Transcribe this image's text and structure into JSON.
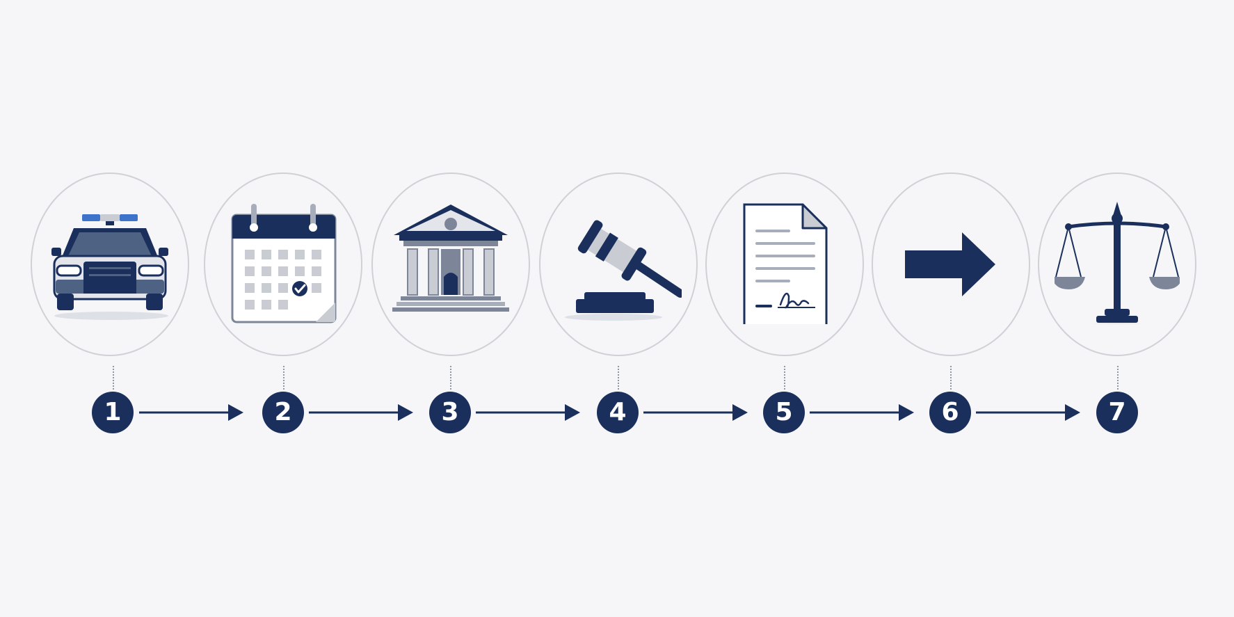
{
  "diagram": {
    "type": "process-timeline",
    "steps": [
      {
        "number": "1",
        "icon": "police-car-icon"
      },
      {
        "number": "2",
        "icon": "calendar-icon"
      },
      {
        "number": "3",
        "icon": "courthouse-icon"
      },
      {
        "number": "4",
        "icon": "gavel-icon"
      },
      {
        "number": "5",
        "icon": "signed-document-icon"
      },
      {
        "number": "6",
        "icon": "right-arrow-icon"
      },
      {
        "number": "7",
        "icon": "scales-of-justice-icon"
      }
    ],
    "connectors": [
      "1-2",
      "2-3",
      "3-4",
      "4-5",
      "5-6",
      "6-7"
    ]
  },
  "colors": {
    "background": "#f6f6f8",
    "primary": "#1a2f5c",
    "circle_border": "#cfd1d6",
    "icon_gray": "#c9ccd3",
    "icon_mid_gray": "#7d8699",
    "siren_blue": "#3d74c9"
  }
}
